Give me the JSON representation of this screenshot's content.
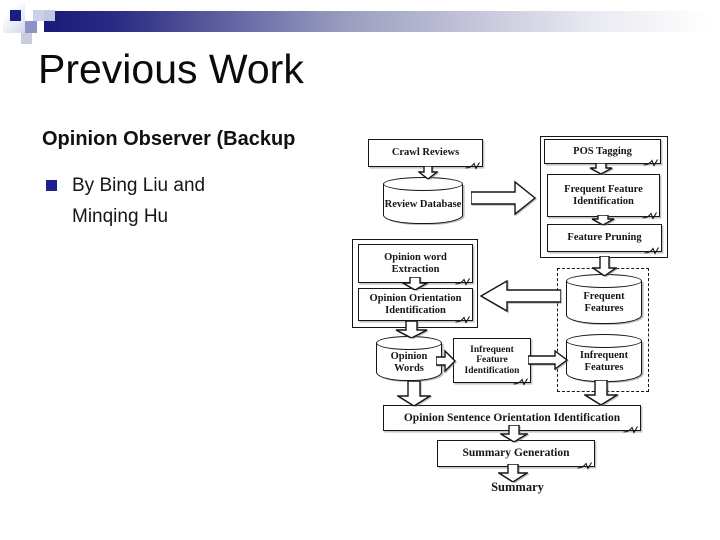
{
  "slide": {
    "title": "Previous Work",
    "subtitle": "Opinion Observer (Backup",
    "bullet_text": "By Bing Liu and Minqing Hu"
  },
  "diagram": {
    "nodes": {
      "crawl_reviews": "Crawl Reviews",
      "review_database": "Review Database",
      "pos_tagging": "POS Tagging",
      "frequent_feature_identification": "Frequent Feature Identification",
      "feature_pruning": "Feature Pruning",
      "opinion_word_extraction": "Opinion word Extraction",
      "opinion_orientation_identification": "Opinion Orientation Identification",
      "frequent_features": "Frequent Features",
      "infrequent_features": "Infrequent Features",
      "opinion_words": "Opinion Words",
      "infrequent_feature_identification": "Infrequent Feature Identification",
      "opinion_sentence_orientation_identification": "Opinion Sentence Orientation Identification",
      "summary_generation": "Summary Generation",
      "summary": "Summary"
    }
  },
  "colors": {
    "accent_navy": "#1f1f8f",
    "bar_navy": "#22228a",
    "diagram_ink": "#161616",
    "background": "#ffffff"
  }
}
